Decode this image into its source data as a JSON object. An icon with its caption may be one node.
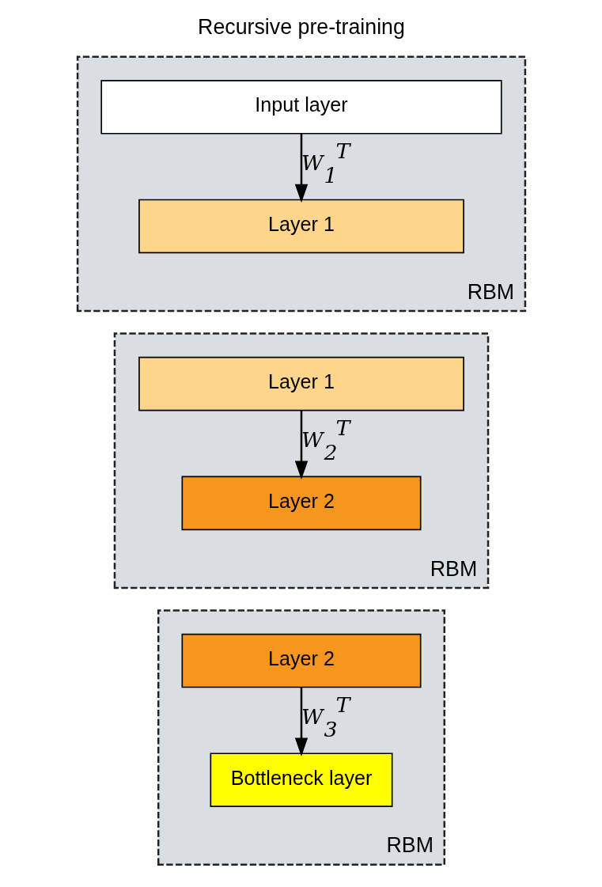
{
  "diagram": {
    "title": "Recursive pre-training",
    "nodes": [
      {
        "text": [
          "RBM"
        ]
      },
      {
        "text": [
          "Input layer"
        ],
        "in": 0
      },
      {
        "text": [
          "Layer 1"
        ],
        "in": 0
      },
      {
        "text": [
          "RBM"
        ]
      },
      {
        "text": [
          "Layer 1"
        ],
        "in": 3
      },
      {
        "text": [
          "Layer 2"
        ],
        "in": 3
      },
      {
        "text": [
          "RBM"
        ]
      },
      {
        "text": [
          "Layer 2"
        ],
        "in": 6
      },
      {
        "text": [
          "Bottleneck layer"
        ],
        "in": 6
      }
    ],
    "edges": [
      {
        "from": 1,
        "to": 2,
        "arrow": "to",
        "label": "W$_{1}$$^{T}$"
      },
      {
        "from": 4,
        "to": 5,
        "arrow": "to",
        "label": "W$_{2}$$^{T}$"
      },
      {
        "from": 7,
        "to": 8,
        "arrow": "to",
        "label": "W$_{3}$$^{T}$"
      }
    ]
  }
}
